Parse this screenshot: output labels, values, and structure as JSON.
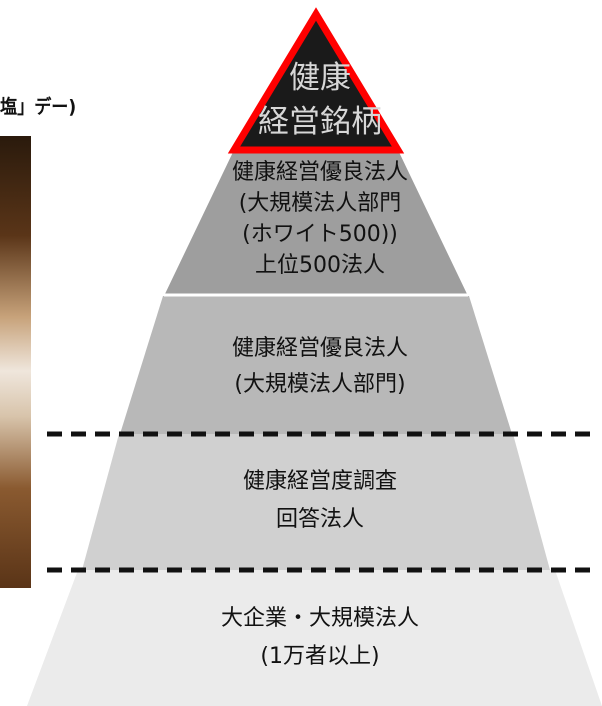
{
  "left_panel": {
    "cutoff_label": "塩」デー)"
  },
  "pyramid": {
    "apex": {
      "lines": [
        "健康",
        "経営銘柄"
      ]
    },
    "tiers": [
      {
        "lines": [
          "健康経営優良法人",
          "(大規模法人部門",
          "(ホワイト500))",
          "上位500法人"
        ]
      },
      {
        "lines": [
          "健康経営優良法人",
          "(大規模法人部門)"
        ]
      },
      {
        "lines": [
          "健康経営度調査",
          "回答法人"
        ]
      },
      {
        "lines": [
          "大企業・大規模法人",
          "(1万者以上)"
        ]
      }
    ]
  },
  "colors": {
    "apex_fill": "#1a1a1a",
    "apex_outline": "#ff0000",
    "tier_white500": "#9e9e9e",
    "tier_large": "#b8b8b8",
    "tier_survey": "#d0d0d0",
    "tier_base": "#ebebeb",
    "dashed_separator": "#111111"
  }
}
